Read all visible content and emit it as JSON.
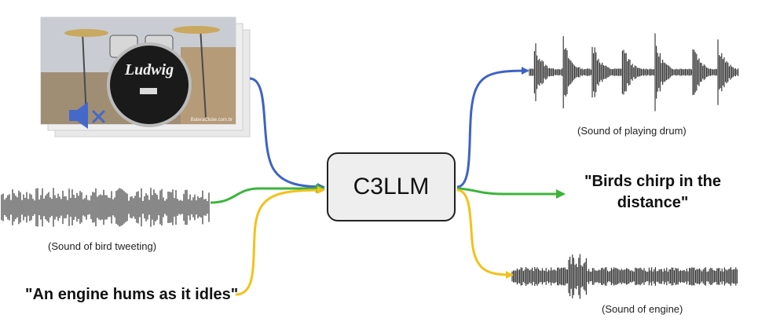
{
  "model": {
    "label": "C3LLM"
  },
  "inputs": {
    "video": {
      "brand_text": "Ludwig",
      "watermark": "BateraClube.com.br",
      "icon": "mute-icon"
    },
    "bird_audio": {
      "caption": "(Sound of bird tweeting)"
    },
    "text_prompt": {
      "text": "\"An engine hums as it idles\""
    }
  },
  "outputs": {
    "drum_audio": {
      "caption": "(Sound of playing drum)"
    },
    "text_caption": {
      "line1": "\"Birds chirp in the",
      "line2": "distance\""
    },
    "engine_audio": {
      "caption": "(Sound of engine)"
    }
  },
  "colors": {
    "blue": "#3f63c4",
    "green": "#3cb43c",
    "yellow": "#f2c21a",
    "box_fill": "#eeeeee",
    "wave": "#3a3a3a"
  }
}
